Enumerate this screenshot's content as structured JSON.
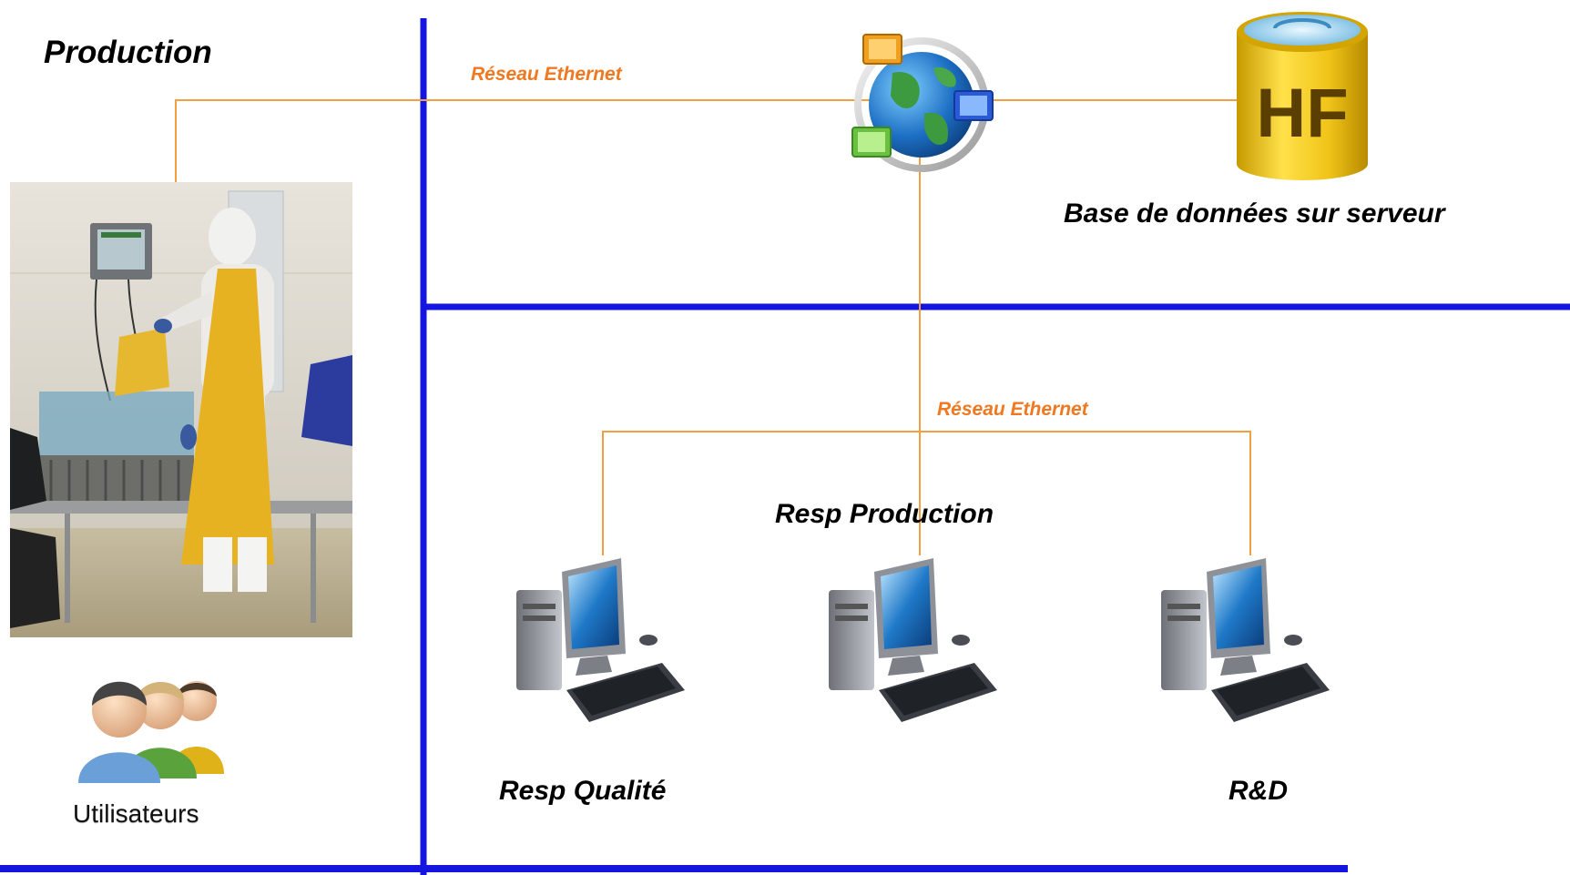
{
  "labels": {
    "production": "Production",
    "network_top": "Réseau Ethernet",
    "network_bottom": "Réseau Ethernet",
    "database": "Base de données sur serveur",
    "resp_production": "Resp Production",
    "resp_qualite": "Resp Qualité",
    "rnd": "R&D",
    "users": "Utilisateurs",
    "db_logo": "HF"
  },
  "colors": {
    "divider": "#1515e0",
    "network_line": "#f0a040",
    "network_text": "#f07820"
  },
  "icons": [
    "network-globe-icon",
    "database-hf-icon",
    "desktop-computer-icon",
    "users-group-icon",
    "production-photo"
  ]
}
